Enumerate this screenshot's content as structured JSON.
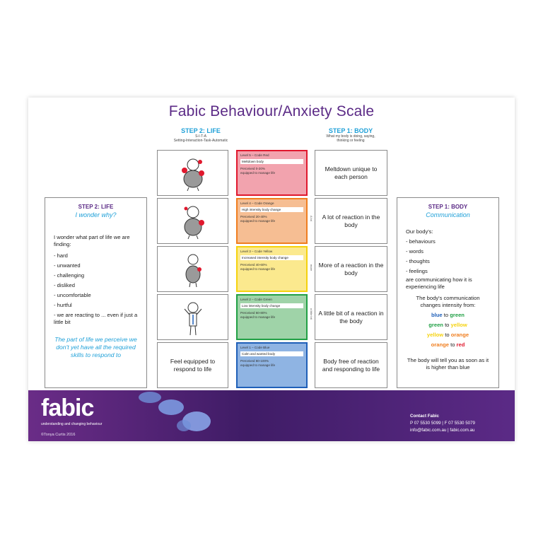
{
  "title": "Fabic Behaviour/Anxiety Scale",
  "col_headers": {
    "life": {
      "heading": "STEP 2: LIFE",
      "sub1": "S-I-T-A",
      "sub2": "Setting-Interaction-Task-Automatic"
    },
    "body": {
      "heading": "STEP 1: BODY",
      "sub1": "What my body is doing, saying,",
      "sub2": "thinking or feeling"
    }
  },
  "levels": [
    {
      "title": "Level 5 – Code Red",
      "body": "Meltdown body",
      "equipped": "Perceived 0-20% equipped to manage life",
      "fill": "#f2a3ae",
      "border": "#e0182d"
    },
    {
      "title": "Level 4 – Code Orange",
      "body": "High intensity body change",
      "equipped": "Perceived 20-40% equipped to manage life",
      "fill": "#f6be93",
      "border": "#f07e1f"
    },
    {
      "title": "Level 3 – Code Yellow",
      "body": "Increased intensity body change",
      "equipped": "Perceived 40-60% equipped to manage life",
      "fill": "#fbe98e",
      "border": "#f5d20e"
    },
    {
      "title": "Level 2 – Code Green",
      "body": "Low intensity body change",
      "equipped": "Perceived 60-80% equipped to manage life",
      "fill": "#9fd3a8",
      "border": "#21a045"
    },
    {
      "title": "Level 1 – Code Blue",
      "body": "Calm and wanted body",
      "equipped": "Perceived 80-100% equipped to manage life",
      "fill": "#8fb4e3",
      "border": "#1f5fb8"
    }
  ],
  "side_notes": [
    "A lot",
    "more",
    "a little bit"
  ],
  "body_texts": [
    "Meltdown unique to each person",
    "A lot of reaction in the body",
    "More of a reaction in the body",
    "A little bit of a reaction in the body",
    "Body free of reaction and responding to life"
  ],
  "bottom_life_text": "Feel equipped to respond to life",
  "left_panel": {
    "heading": "STEP 2: LIFE",
    "subheading": "I wonder why?",
    "intro": "I wonder what part of life we are finding:",
    "items": [
      "- hard",
      "- unwanted",
      "- challenging",
      "- disliked",
      "- uncomfortable",
      "- hurtful",
      "- we are reacting to ... even if just a little bit"
    ],
    "quote": "The part of life we perceive we don't yet have all the required skills to respond to"
  },
  "right_panel": {
    "heading": "STEP 1: BODY",
    "subheading": "Communication",
    "intro": "Our body's:",
    "items": [
      "- behaviours",
      "- words",
      "- thoughts",
      "- feelings"
    ],
    "outro": "are communicating how it is experiencing life",
    "intensity_text": "The body's communication changes intensity from:",
    "pairs": [
      {
        "from": "blue",
        "to_word": "to",
        "to": "green",
        "from_color": "#1f5fb8",
        "to_color": "#21a045"
      },
      {
        "from": "green",
        "to_word": "to",
        "to": "yellow",
        "from_color": "#21a045",
        "to_color": "#f5d20e"
      },
      {
        "from": "yellow",
        "to_word": "to",
        "to": "orange",
        "from_color": "#f5d20e",
        "to_color": "#f07e1f"
      },
      {
        "from": "orange",
        "to_word": "to",
        "to": "red",
        "from_color": "#f07e1f",
        "to_color": "#e0182d"
      }
    ],
    "closing": "The body will tell you as soon as it is higher than blue"
  },
  "footer": {
    "logo": "fabic",
    "tagline": "understanding and changing behaviour",
    "copyright": "©Tonya Curtis 2016",
    "contact_heading": "Contact Fabic",
    "phone_line": "P 07 5530 5099 | F 07 5530 5079",
    "web_line": "info@fabic.com.au | fabic.com.au"
  },
  "colors": {
    "purple": "#5b2a86",
    "blue_accent": "#1fa0d8"
  }
}
